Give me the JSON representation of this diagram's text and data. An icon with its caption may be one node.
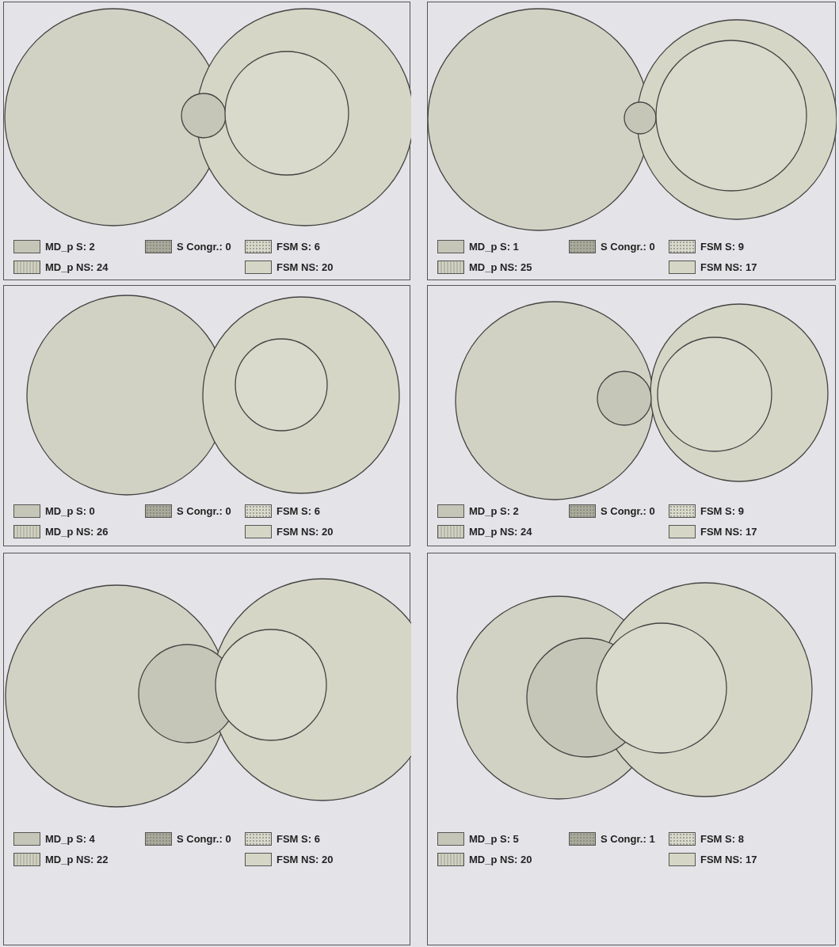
{
  "diagram": {
    "legend": [
      {
        "text": "MD_p S: 2",
        "color": "#c6c6b8"
      },
      {
        "text": "S Congr.: 0",
        "color": "#a9a99c"
      },
      {
        "text": "FSM S: 6",
        "color": "#d9d9cc"
      },
      {
        "text": "MD_p NS: 24",
        "color": "#d2d2c4"
      },
      {
        "text": "FSM NS: 20",
        "color": "#d6d6c6"
      },
      {
        "text": "MD_p S: 1",
        "color": "#c6c6b8"
      },
      {
        "text": "S Congr.: 0",
        "color": "#a9a99c"
      },
      {
        "text": "FSM S: 9",
        "color": "#d9d9cc"
      },
      {
        "text": "MD_p NS: 25",
        "color": "#d2d2c4"
      },
      {
        "text": "FSM NS: 17",
        "color": "#d6d6c6"
      },
      {
        "text": "MD_p S: 0",
        "color": "#c6c6b8"
      },
      {
        "text": "S Congr.: 0",
        "color": "#a9a99c"
      },
      {
        "text": "FSM S: 6",
        "color": "#d9d9cc"
      },
      {
        "text": "MD_p NS: 26",
        "color": "#d2d2c4"
      },
      {
        "text": "FSM NS: 20",
        "color": "#d6d6c6"
      },
      {
        "text": "MD_p S: 2",
        "color": "#c6c6b8"
      },
      {
        "text": "S Congr.: 0",
        "color": "#a9a99c"
      },
      {
        "text": "FSM S: 9",
        "color": "#d9d9cc"
      },
      {
        "text": "MD_p NS: 24",
        "color": "#d2d2c4"
      },
      {
        "text": "FSM NS: 17",
        "color": "#d6d6c6"
      },
      {
        "text": "MD_p S: 4",
        "color": "#c6c6b8"
      },
      {
        "text": "S Congr.: 0",
        "color": "#a9a99c"
      },
      {
        "text": "FSM S: 6",
        "color": "#d9d9cc"
      },
      {
        "text": "MD_p NS: 22",
        "color": "#d2d2c4"
      },
      {
        "text": "FSM NS: 20",
        "color": "#d6d6c6"
      },
      {
        "text": "MD_p S: 5",
        "color": "#c6c6b8"
      },
      {
        "text": "S Congr.: 1",
        "color": "#a9a99c"
      },
      {
        "text": "FSM S: 8",
        "color": "#d9d9cc"
      },
      {
        "text": "MD_p NS: 20",
        "color": "#d2d2c4"
      },
      {
        "text": "FSM NS: 17",
        "color": "#d6d6c6"
      }
    ]
  }
}
